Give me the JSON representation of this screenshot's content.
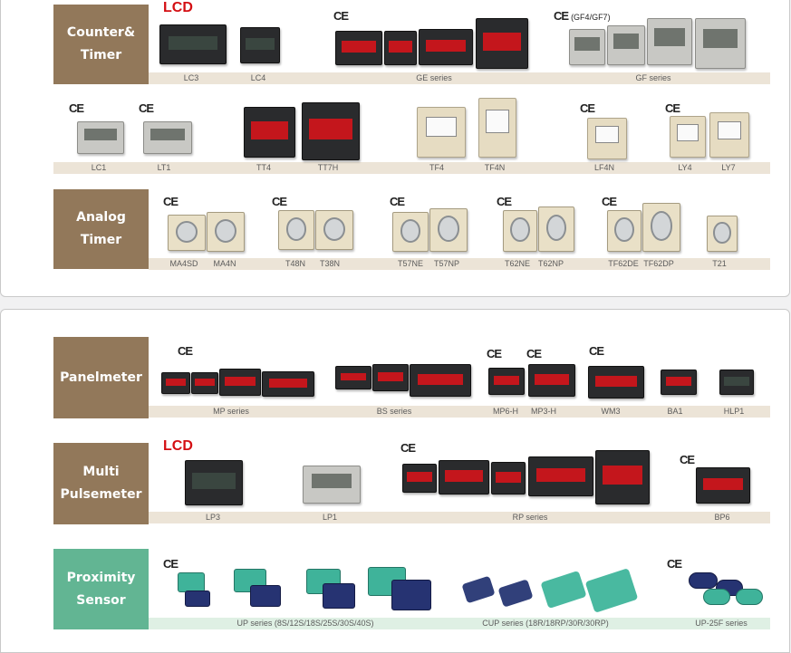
{
  "colors": {
    "tan": "#92785a",
    "green": "#62b593",
    "lcd_red": "#d40f13"
  },
  "marks": {
    "ce": "CE",
    "lcd": "LCD",
    "gf_note": "(GF4/GF7)"
  },
  "counter_timer": {
    "category": [
      "Counter&",
      "Timer"
    ],
    "row1_labels": [
      "LC3",
      "LC4",
      "GE series",
      "GF series"
    ],
    "row2_labels": [
      "LC1",
      "LT1",
      "TT4",
      "TT7H",
      "TF4",
      "TF4N",
      "LF4N",
      "LY4",
      "LY7"
    ]
  },
  "analog_timer": {
    "category": [
      "Analog",
      "Timer"
    ],
    "labels": [
      "MA4SD",
      "MA4N",
      "T48N",
      "T38N",
      "T57NE",
      "T57NP",
      "T62NE",
      "T62NP",
      "TF62DE",
      "TF62DP",
      "T21"
    ]
  },
  "panelmeter": {
    "category": [
      "Panelmeter"
    ],
    "labels": [
      "MP series",
      "BS series",
      "MP6-H",
      "MP3-H",
      "WM3",
      "BA1",
      "HLP1"
    ]
  },
  "multi_pulsemeter": {
    "category": [
      "Multi",
      "Pulsemeter"
    ],
    "labels": [
      "LP3",
      "LP1",
      "RP series",
      "BP6"
    ]
  },
  "proximity_sensor": {
    "category": [
      "Proximity",
      "Sensor"
    ],
    "labels": [
      "UP series (8S/12S/18S/25S/30S/40S)",
      "CUP series (18R/18RP/30R/30RP)",
      "UP-25F series"
    ]
  }
}
